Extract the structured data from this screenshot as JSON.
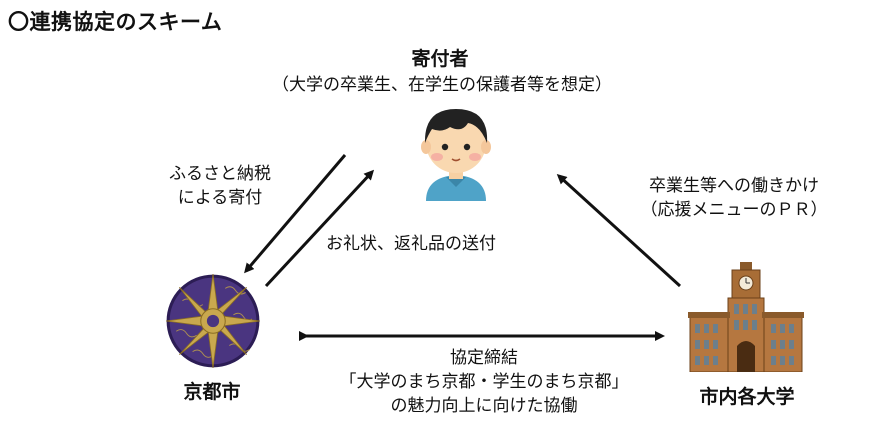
{
  "title": "〇連携協定のスキーム",
  "donor": {
    "name": "寄付者",
    "note": "（大学の卒業生、在学生の保護者等を想定）"
  },
  "left_arrow_label": {
    "line1": "ふるさと納税",
    "line2": "による寄付"
  },
  "return_label": "お礼状、返礼品の送付",
  "right_arrow_label": {
    "line1": "卒業生等への働きかけ",
    "line2": "（応援メニューのＰＲ）"
  },
  "kyoto_city": {
    "name": "京都市"
  },
  "universities": {
    "name": "市内各大学"
  },
  "agreement": {
    "line1": "協定締結",
    "line2": "「大学のまち京都・学生のまち京都」",
    "line3": "の魅力向上に向けた協働"
  }
}
